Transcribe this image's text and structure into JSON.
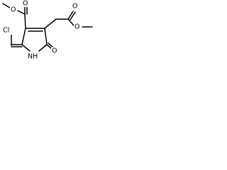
{
  "molecule": {
    "atoms": [
      {
        "id": "o-top-left",
        "label": "O"
      },
      {
        "id": "o-top-center",
        "label": "O"
      },
      {
        "id": "o-top-right",
        "label": "O"
      },
      {
        "id": "o-right",
        "label": "O"
      },
      {
        "id": "o-bottom",
        "label": "O"
      },
      {
        "id": "cl",
        "label": "Cl"
      },
      {
        "id": "nh",
        "label": "NH"
      }
    ]
  }
}
